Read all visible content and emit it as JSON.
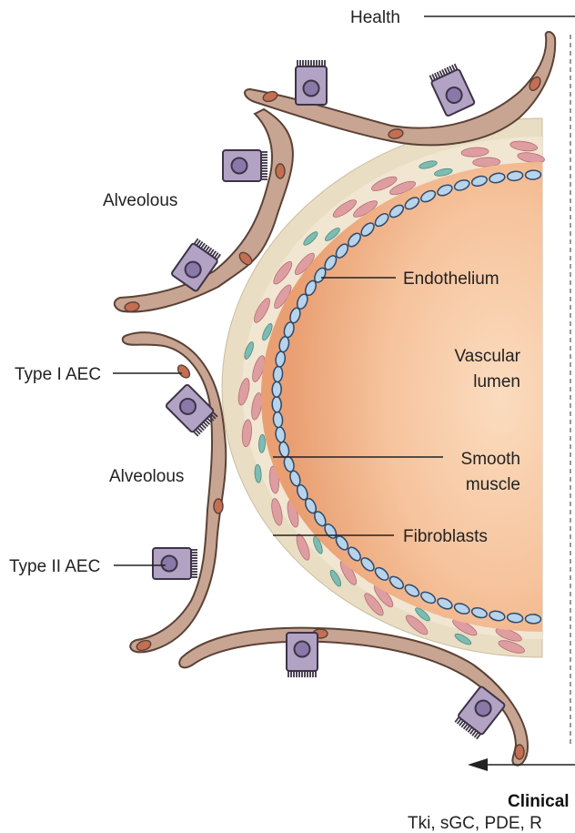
{
  "labels": {
    "health": "Health",
    "alveolous_top": "Alveolous",
    "alveolous_bottom": "Alveolous",
    "type1_aec": "Type I AEC",
    "type2_aec": "Type II AEC",
    "endothelium": "Endothelium",
    "vascular": "Vascular",
    "lumen": "lumen",
    "smooth": "Smooth",
    "muscle": "muscle",
    "fibroblasts": "Fibroblasts",
    "clinical": "Clinical",
    "therapies": "Tki, sGC, PDE, R"
  },
  "colors": {
    "lumen_center": "#f8cfae",
    "lumen_edge": "#e9a174",
    "wall": "#efe4cf",
    "smooth_muscle_cell": "#de9ea1",
    "fibroblast_cell": "#7cbcb2",
    "endothelial_cell": "#b7d4ea",
    "type1_cell": "#c8a592",
    "type2_cell": "#b2a2c4"
  }
}
